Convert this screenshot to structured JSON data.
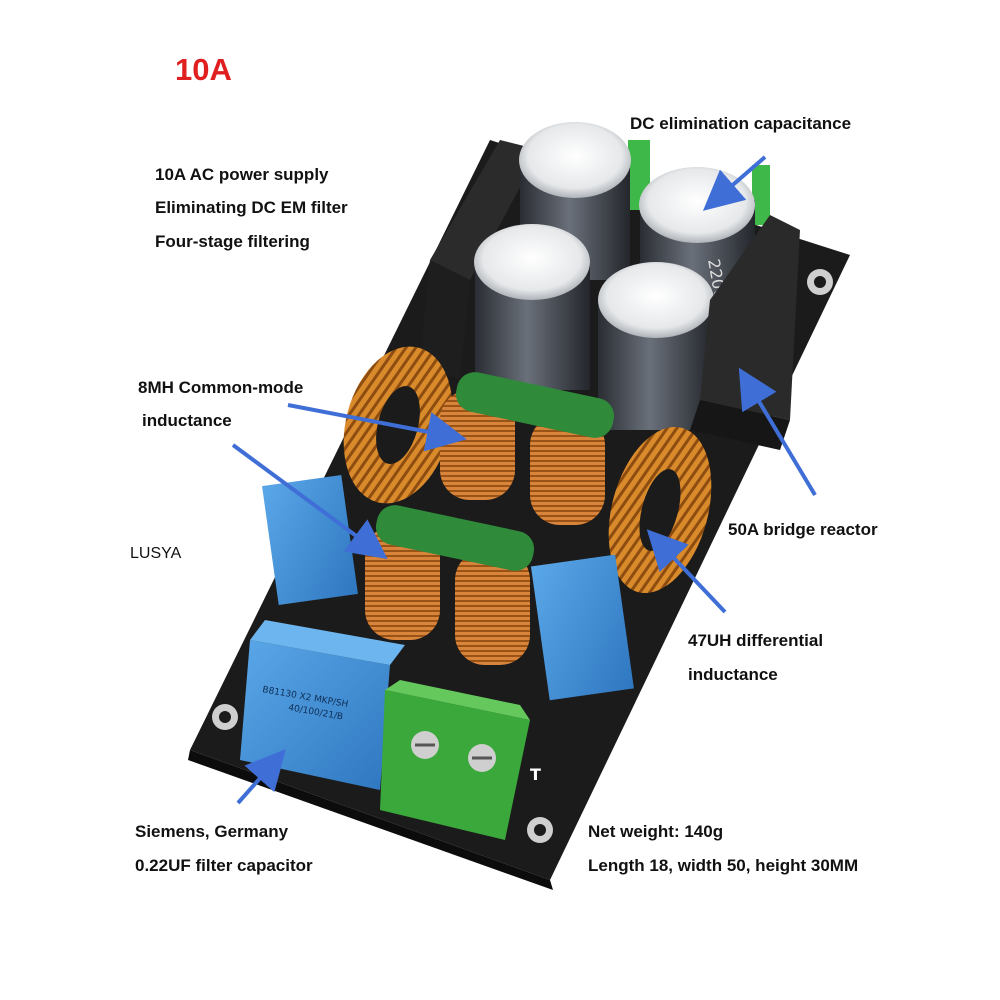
{
  "headline": {
    "text": "10A",
    "color": "#e02020"
  },
  "features": {
    "line1": "10A AC power supply",
    "line2": "Eliminating DC EM filter",
    "line3": "Four-stage filtering"
  },
  "brand": "LUSYA",
  "callouts": {
    "dc_capacitance": "DC elimination capacitance",
    "common_mode_line1": "8MH Common-mode",
    "common_mode_line2": "inductance",
    "bridge_reactor": "50A bridge reactor",
    "differential_line1": "47UH differential",
    "differential_line2": "inductance",
    "filter_cap_line1": "Siemens, Germany",
    "filter_cap_line2": "0.22UF filter capacitor"
  },
  "specs": {
    "weight": "Net weight: 140g",
    "dimensions": "Length 18, width 50, height 30MM"
  },
  "board_markings": {
    "x2_cap_line1": "B81130 X2 MKP/SH",
    "x2_cap_line2": "40/100/21/B",
    "cap_rating": "2200",
    "terminal_mark": "T"
  },
  "colors": {
    "arrow": "#3f6fd6",
    "pcb": "#1b1b1b",
    "capacitor_blue": "#3f8fd6",
    "copper": "#c8741c",
    "terminal_green": "#3aa83a"
  }
}
